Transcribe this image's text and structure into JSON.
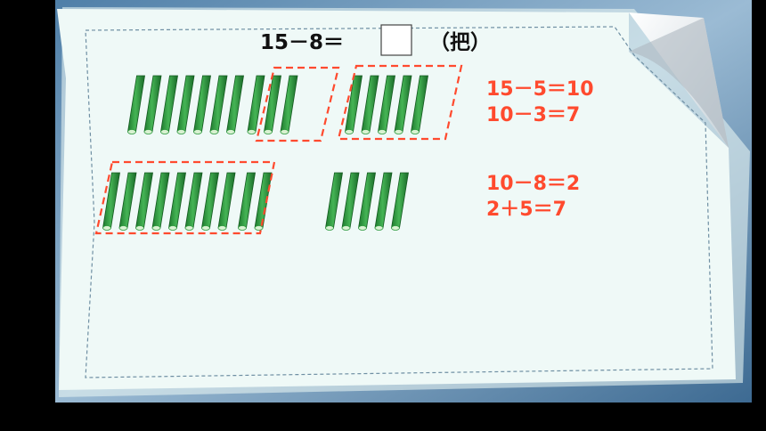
{
  "problem": {
    "expression": "15－8＝",
    "unit": "（把）"
  },
  "groups": {
    "row1": {
      "total": 15,
      "first_taken": 5,
      "second_taken": 3
    },
    "row2": {
      "total": 15,
      "first_taken": 8,
      "remaining_after_ten": 2,
      "ones": 5
    }
  },
  "equations": {
    "row1": [
      "15－5＝10",
      "10－3＝7"
    ],
    "row2": [
      "10－8＝2",
      "2＋5＝7"
    ]
  },
  "colors": {
    "stick": "#2f9a3f",
    "dash": "#ff4a2e",
    "paper": "#eff9f7",
    "background": "#000000"
  }
}
